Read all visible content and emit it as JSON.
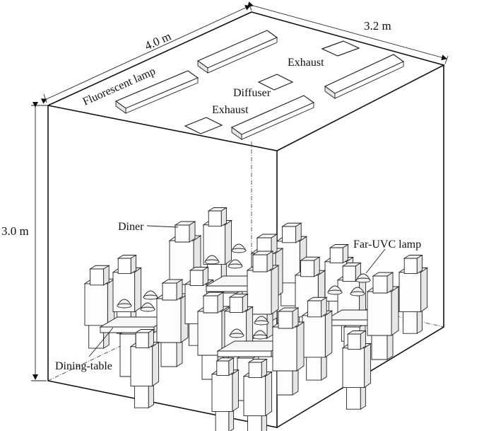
{
  "dimensions": {
    "length": "4.0 m",
    "width": "3.2 m",
    "height": "3.0 m"
  },
  "labels": {
    "fluorescent_lamp": "Fluorescent lamp",
    "exhaust_upper": "Exhaust",
    "exhaust_lower": "Exhaust",
    "diffuser": "Diffuser",
    "diner": "Diner",
    "far_uvc_lamp": "Far-UVC lamp",
    "dining_table": "Dining-table"
  },
  "colors": {
    "line": "#111111",
    "box_face": "#fdfdfd",
    "box_side": "#e6e6e6"
  }
}
